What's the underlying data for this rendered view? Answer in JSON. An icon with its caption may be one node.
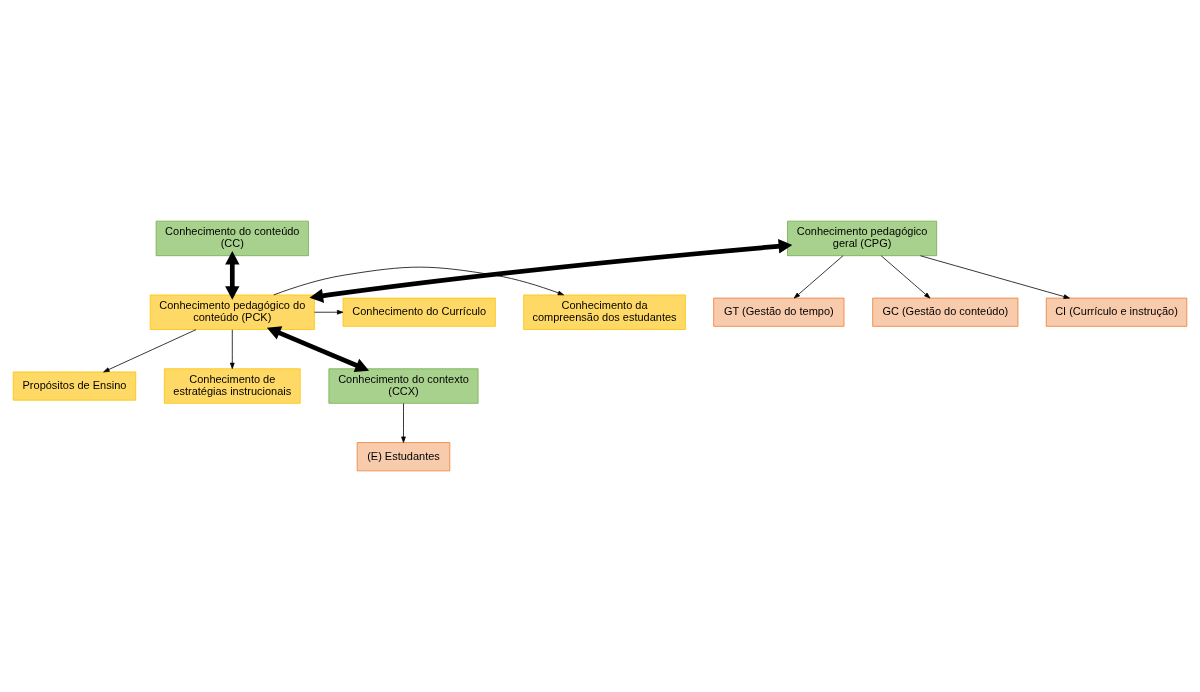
{
  "diagram": {
    "nodes": [
      {
        "text": [
          "Conhecimento do conteúdo (CC)"
        ]
      },
      {
        "text": [
          "Conhecimento pedagógico geral (CPG)"
        ]
      },
      {
        "text": [
          "GT (Gestão do tempo)"
        ]
      },
      {
        "text": [
          "GC (Gestão do conteúdo)"
        ]
      },
      {
        "text": [
          "CI (Currículo e instrução)"
        ]
      },
      {
        "text": [
          "Conhecimento da compreensão dos estudantes"
        ]
      },
      {
        "text": [
          "Conhecimento pedagógico do conteúdo (PCK)"
        ]
      },
      {
        "text": [
          "Conhecimento do Currículo"
        ]
      },
      {
        "text": [
          "Propósitos de Ensino"
        ]
      },
      {
        "text": [
          "Conhecimento de estratégias instrucionais"
        ]
      },
      {
        "text": [
          "Conhecimento do contexto (CCX)"
        ]
      },
      {
        "text": [
          "(E) Estudantes"
        ]
      }
    ],
    "edges": [
      {
        "from": 0,
        "to": 6,
        "arrow": "both",
        "style": "thick"
      },
      {
        "from": 1,
        "to": 6,
        "arrow": "both",
        "style": "thick"
      },
      {
        "from": 1,
        "to": 2,
        "arrow": "to"
      },
      {
        "from": 1,
        "to": 3,
        "arrow": "to"
      },
      {
        "from": 1,
        "to": 4,
        "arrow": "to"
      },
      {
        "from": 6,
        "to": 5,
        "arrow": "to"
      },
      {
        "from": 6,
        "to": 7,
        "arrow": "to"
      },
      {
        "from": 6,
        "to": 8,
        "arrow": "to"
      },
      {
        "from": 6,
        "to": 9,
        "arrow": "to"
      },
      {
        "from": 6,
        "to": 10,
        "arrow": "both",
        "style": "thick"
      },
      {
        "from": 10,
        "to": 11,
        "arrow": "to"
      }
    ]
  }
}
